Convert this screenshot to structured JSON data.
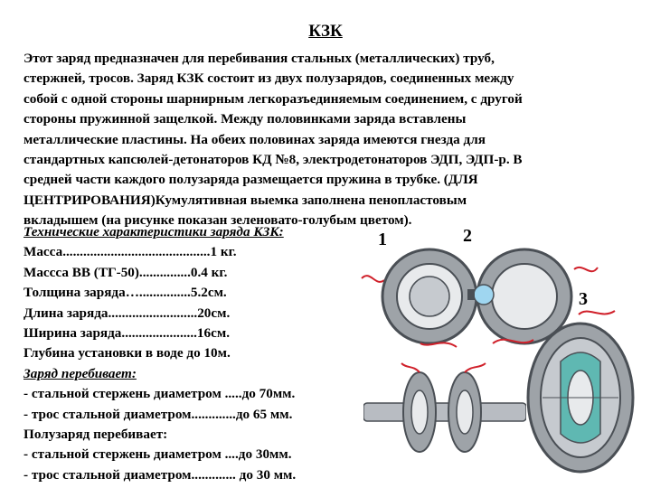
{
  "title": "КЗК",
  "description_lines": [
    "Этот заряд предназначен для перебивания стальных (металлических) труб,",
    "стержней, тросов. Заряд КЗК состоит из двух полузарядов, соединенных между",
    "собой с одной стороны шарнирным легкоразъединяемым соединением, с другой",
    "стороны пружинной защелкой. Между половинками заряда вставлены",
    "металлические пластины. На обеих половинах заряда имеются гнезда для",
    "стандартных капсюлей-детонаторов КД №8, электродетонаторов ЭДП, ЭДП-р. В",
    "средней части каждого полузаряда размещается пружина в трубке. (ДЛЯ",
    "ЦЕНТРИРОВАНИЯ)Кумулятивная выемка заполнена пенопластовым",
    "вкладышем (на рисунке показан зеленовато-голубым цветом)."
  ],
  "specs": {
    "heading": "Технические характеристики заряда КЗК:",
    "mass": "Масса...........................................1 кг.",
    "explosive_mass": "Массса ВВ (ТГ-50)...............0.4 кг.",
    "thickness": "Толщина заряда…...............5.2см.",
    "length": "Длина заряда..........................20см.",
    "width": "Ширина заряда......................16см.",
    "depth": "Глубина установки в воде до 10м.",
    "cuts_heading": "Заряд перебивает:",
    "cuts_rod": "- стальной стержень диаметром .....до 70мм.",
    "cuts_cable": "- трос стальной диаметром.............до 65 мм.",
    "half_heading": "Полузаряд перебивает:",
    "half_rod": "- стальной стержень диаметром ....до 30мм.",
    "half_cable": "- трос стальной диаметром............. до 30 мм."
  },
  "figure_labels": {
    "one": "1",
    "two": "2",
    "three": "3"
  },
  "colors": {
    "metal": "#9ea3a8",
    "metal_dark": "#4a4f55",
    "insert": "#5fb8b2",
    "wire_red": "#d0202a",
    "rod": "#b8bcc2",
    "lens": "#9fd6f0"
  }
}
